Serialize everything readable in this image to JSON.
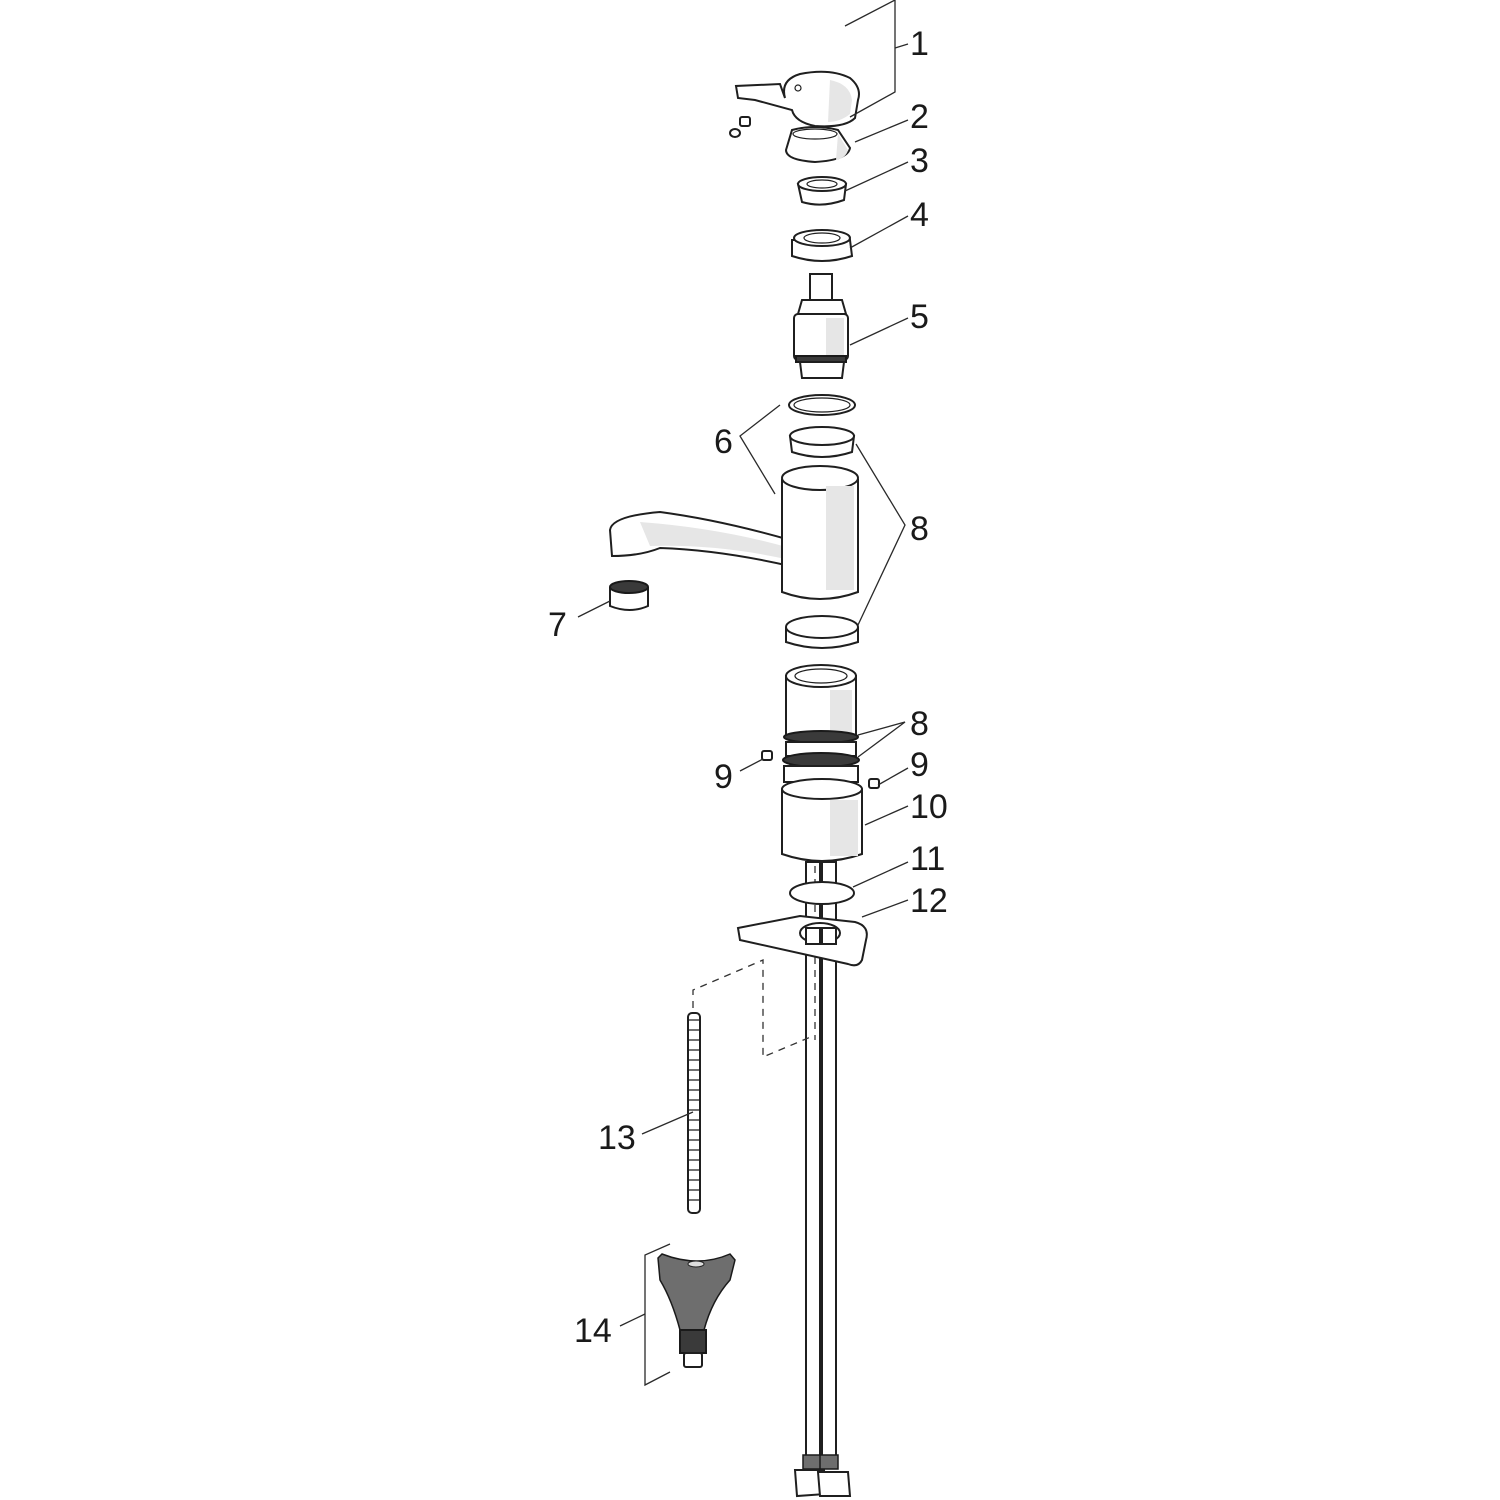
{
  "diagram": {
    "type": "exploded-parts-view",
    "subject": "single-lever kitchen faucet",
    "callouts": [
      {
        "id": "1",
        "label": "1",
        "part": "lever handle with set screw and cap"
      },
      {
        "id": "2",
        "label": "2",
        "part": "cover cap"
      },
      {
        "id": "3",
        "label": "3",
        "part": "stem adapter"
      },
      {
        "id": "4",
        "label": "4",
        "part": "cartridge nut"
      },
      {
        "id": "5",
        "label": "5",
        "part": "ceramic cartridge"
      },
      {
        "id": "6",
        "label": "6",
        "part": "spout body with seal ring"
      },
      {
        "id": "7",
        "label": "7",
        "part": "aerator"
      },
      {
        "id": "8a",
        "label": "8",
        "part": "spout bearing rings"
      },
      {
        "id": "8b",
        "label": "8",
        "part": "O-rings"
      },
      {
        "id": "9a",
        "label": "9",
        "part": "set screw"
      },
      {
        "id": "9b",
        "label": "9",
        "part": "set screw"
      },
      {
        "id": "10",
        "label": "10",
        "part": "base body"
      },
      {
        "id": "11",
        "label": "11",
        "part": "O-ring"
      },
      {
        "id": "12",
        "label": "12",
        "part": "mounting plate"
      },
      {
        "id": "13",
        "label": "13",
        "part": "threaded rod"
      },
      {
        "id": "14",
        "label": "14",
        "part": "mounting tool"
      }
    ]
  }
}
